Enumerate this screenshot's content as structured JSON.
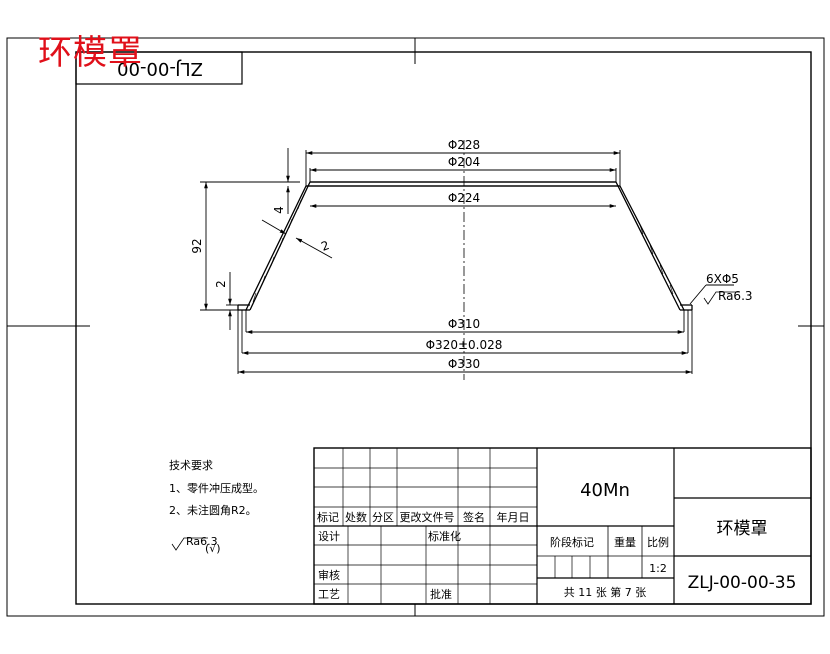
{
  "overlay_title": "环模罩",
  "corner_code": "ZLJ-00-00",
  "dimensions": {
    "d228": "Φ228",
    "d204": "Φ204",
    "d224": "Φ224",
    "d310": "Φ310",
    "d320": "Φ320±0.028",
    "d330": "Φ330",
    "h92": "92",
    "h4": "4",
    "h2": "2",
    "wall": "2",
    "holes": "6XΦ5",
    "roughness": "Ra6.3"
  },
  "tech_requirements": {
    "heading": "技术要求",
    "items": [
      "1、零件冲压成型。",
      "2、未注圆角R2。"
    ],
    "roughness_note": "Ra6.3",
    "roughness_suffix": "(√)"
  },
  "title_block": {
    "headers": [
      "标记",
      "处数",
      "分区",
      "更改文件号",
      "签名",
      "年月日"
    ],
    "design": "设计",
    "standardization": "标准化",
    "review": "审核",
    "process": "工艺",
    "approve": "批准",
    "material": "40Mn",
    "stage_mark": "阶段标记",
    "weight": "重量",
    "scale_label": "比例",
    "scale": "1:2",
    "sheets": "共 11 张 第 7 张",
    "part_name": "环模罩",
    "drawing_no": "ZLJ-00-00-35"
  }
}
